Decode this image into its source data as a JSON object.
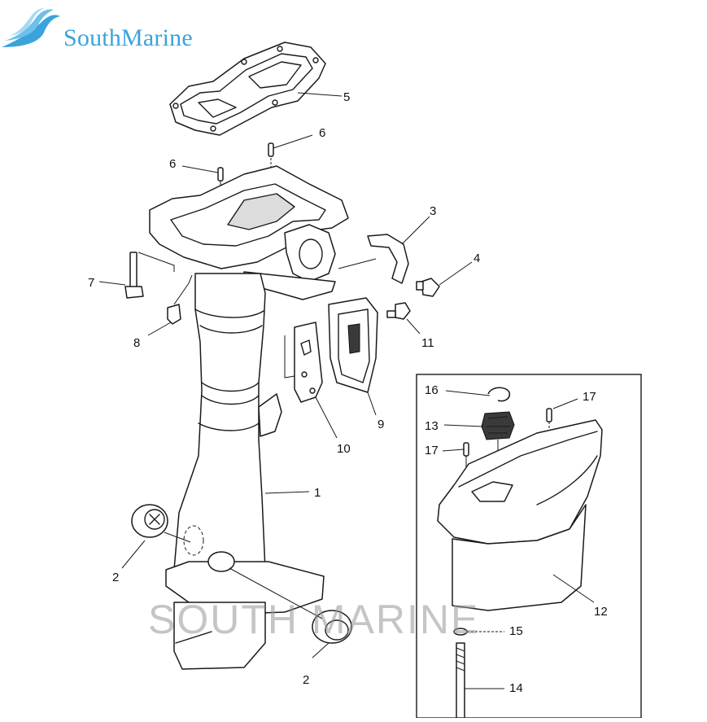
{
  "brand": {
    "name": "SouthMarine",
    "watermark": "SOUTH MARINE",
    "color": "#3aa3dc"
  },
  "callouts": [
    {
      "id": "c5",
      "text": "5"
    },
    {
      "id": "c6a",
      "text": "6"
    },
    {
      "id": "c6b",
      "text": "6"
    },
    {
      "id": "c3",
      "text": "3"
    },
    {
      "id": "c4",
      "text": "4"
    },
    {
      "id": "c7",
      "text": "7"
    },
    {
      "id": "c8",
      "text": "8"
    },
    {
      "id": "c11",
      "text": "11"
    },
    {
      "id": "c9",
      "text": "9"
    },
    {
      "id": "c10",
      "text": "10"
    },
    {
      "id": "c1",
      "text": "1"
    },
    {
      "id": "c2a",
      "text": "2"
    },
    {
      "id": "c2b",
      "text": "2"
    },
    {
      "id": "c16",
      "text": "16"
    },
    {
      "id": "c17a",
      "text": "17"
    },
    {
      "id": "c13",
      "text": "13"
    },
    {
      "id": "c17b",
      "text": "17"
    },
    {
      "id": "c12",
      "text": "12"
    },
    {
      "id": "c15",
      "text": "15"
    },
    {
      "id": "c14",
      "text": "14"
    }
  ]
}
